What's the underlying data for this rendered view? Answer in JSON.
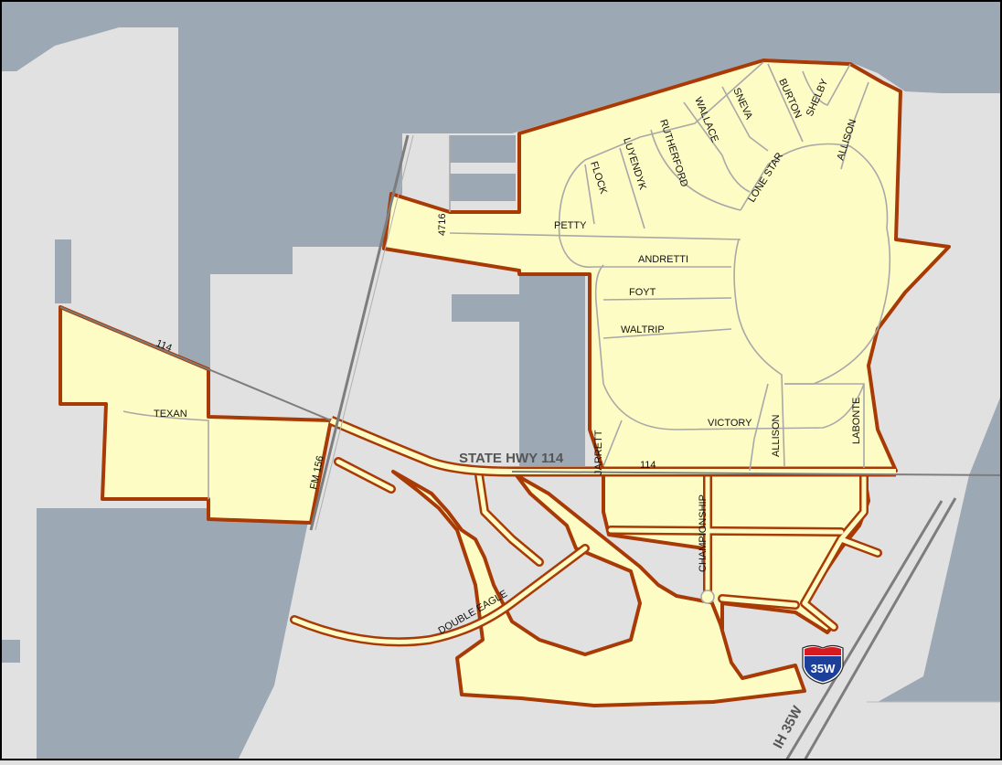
{
  "map": {
    "colors": {
      "background": "#e1e1e1",
      "water_blocks": "#9da8b5",
      "district_fill": "#fefcc5",
      "district_border": "#a83a06",
      "street_line": "#a8a8a8",
      "highway_line": "#7d7d7d",
      "shield_red": "#d71920",
      "shield_blue": "#1c3f9a"
    },
    "highway_labels": {
      "state_hwy": "STATE HWY 114",
      "ih": "IH 35W",
      "fm": "FM 156"
    },
    "route_numbers": {
      "r114_west": "114",
      "r114_east": "114",
      "r4716": "4716"
    },
    "street_labels": {
      "texan": "TEXAN",
      "petty": "PETTY",
      "andretti": "ANDRETTI",
      "foyt": "FOYT",
      "waltrip": "WALTRIP",
      "victory": "VICTORY",
      "flock": "FLOCK",
      "luyendyk": "LUYENDYK",
      "rutherford": "RUTHERFORD",
      "wallace": "WALLACE",
      "sneva": "SNEVA",
      "burton": "BURTON",
      "shelby": "SHELBY",
      "allison_n": "ALLISON",
      "lone_star": "LONE STAR",
      "jarrett": "JARRETT",
      "allison_s": "ALLISON",
      "labonte": "LABONTE",
      "championship": "CHAMPIONSHIP",
      "double_eagle": "DOUBLE EAGLE"
    },
    "shield": {
      "route": "35W",
      "icon": "interstate-shield-icon"
    }
  }
}
